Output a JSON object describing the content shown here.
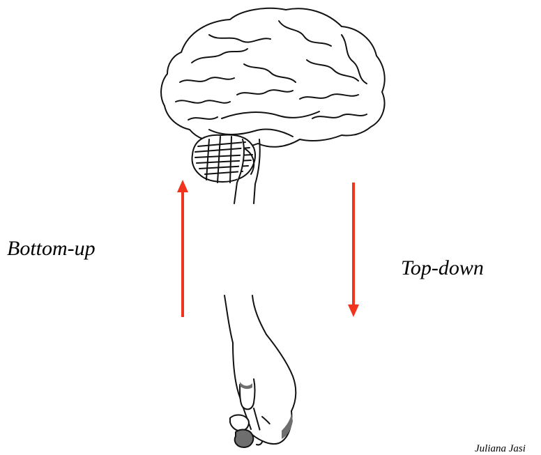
{
  "labels": {
    "bottom_up": "Bottom-up",
    "top_down": "Top-down",
    "credit": "Juliana Jasi"
  },
  "colors": {
    "arrow": "#f0341e",
    "line": "#111111",
    "shade": "#6e6e6e"
  },
  "icons": {
    "brain": "brain-icon",
    "hand": "hand-icon"
  }
}
